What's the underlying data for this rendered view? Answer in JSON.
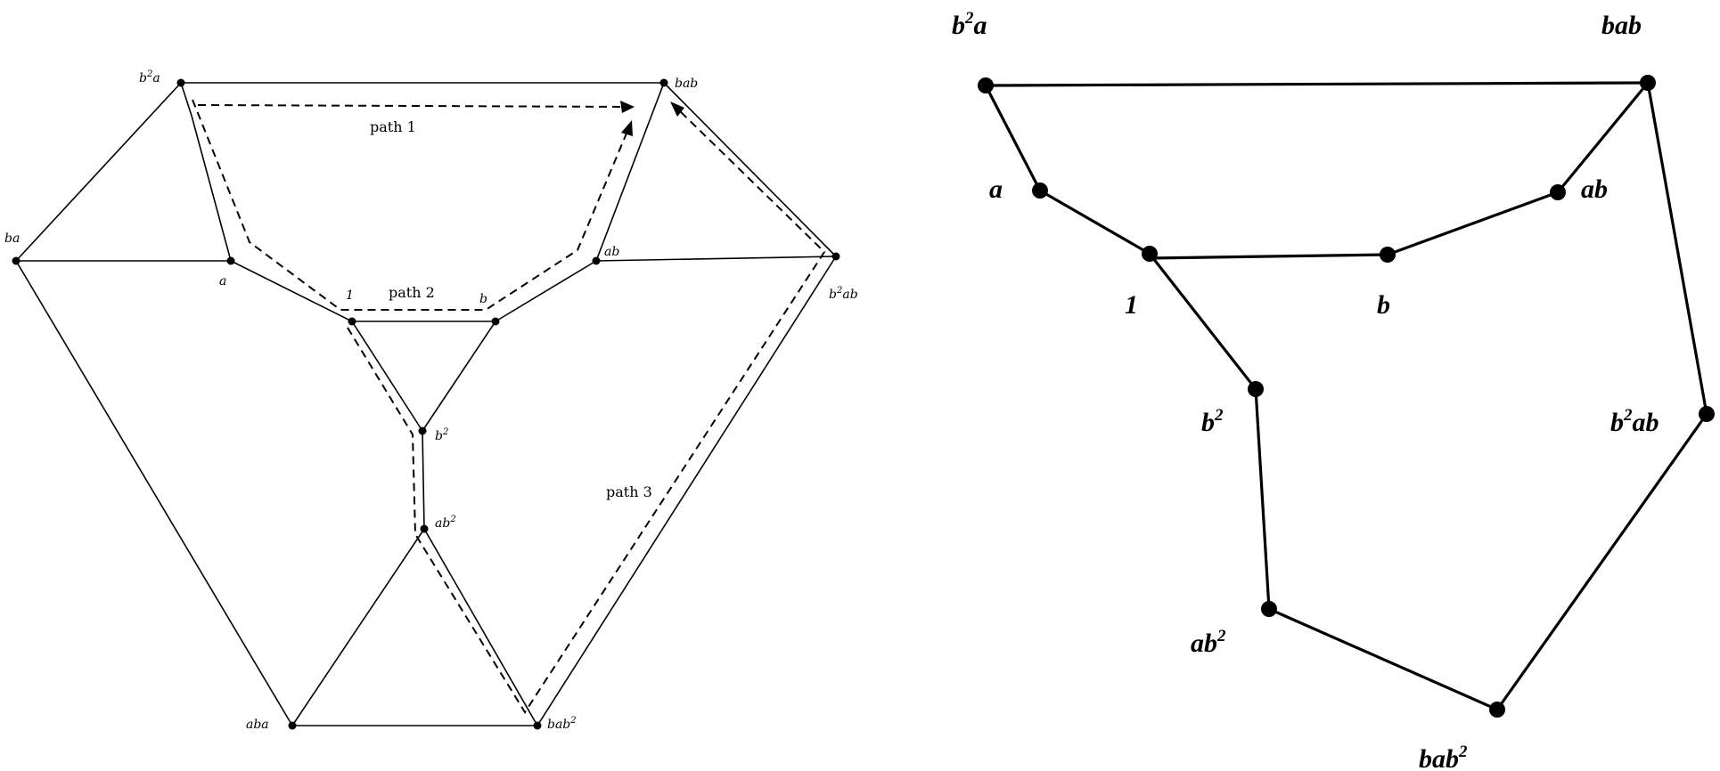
{
  "left_diagram": {
    "vertices": {
      "b2a": {
        "base": "b",
        "sup": "2",
        "tail": "a"
      },
      "bab": {
        "base": "bab",
        "sup": "",
        "tail": ""
      },
      "ba": {
        "base": "ba",
        "sup": "",
        "tail": ""
      },
      "a": {
        "base": "a",
        "sup": "",
        "tail": ""
      },
      "one": {
        "base": "1",
        "sup": "",
        "tail": ""
      },
      "b": {
        "base": "b",
        "sup": "",
        "tail": ""
      },
      "ab": {
        "base": "ab",
        "sup": "",
        "tail": ""
      },
      "b2ab": {
        "base": "b",
        "sup": "2",
        "tail": "ab"
      },
      "b2": {
        "base": "b",
        "sup": "2",
        "tail": ""
      },
      "ab2": {
        "base": "ab",
        "sup": "2",
        "tail": ""
      },
      "aba": {
        "base": "aba",
        "sup": "",
        "tail": ""
      },
      "bab2": {
        "base": "bab",
        "sup": "2",
        "tail": ""
      }
    },
    "paths": {
      "path1": "path 1",
      "path2": "path 2",
      "path3": "path 3"
    }
  },
  "right_diagram": {
    "vertices": {
      "b2a": {
        "base": "b",
        "sup": "2",
        "tail": "a"
      },
      "bab": {
        "base": "bab",
        "sup": "",
        "tail": ""
      },
      "a": {
        "base": "a",
        "sup": "",
        "tail": ""
      },
      "ab": {
        "base": "ab",
        "sup": "",
        "tail": ""
      },
      "one": {
        "base": "1",
        "sup": "",
        "tail": ""
      },
      "b": {
        "base": "b",
        "sup": "",
        "tail": ""
      },
      "b2": {
        "base": "b",
        "sup": "2",
        "tail": ""
      },
      "b2ab": {
        "base": "b",
        "sup": "2",
        "tail": "ab"
      },
      "ab2": {
        "base": "ab",
        "sup": "2",
        "tail": ""
      },
      "bab2": {
        "base": "bab",
        "sup": "2",
        "tail": ""
      }
    }
  }
}
